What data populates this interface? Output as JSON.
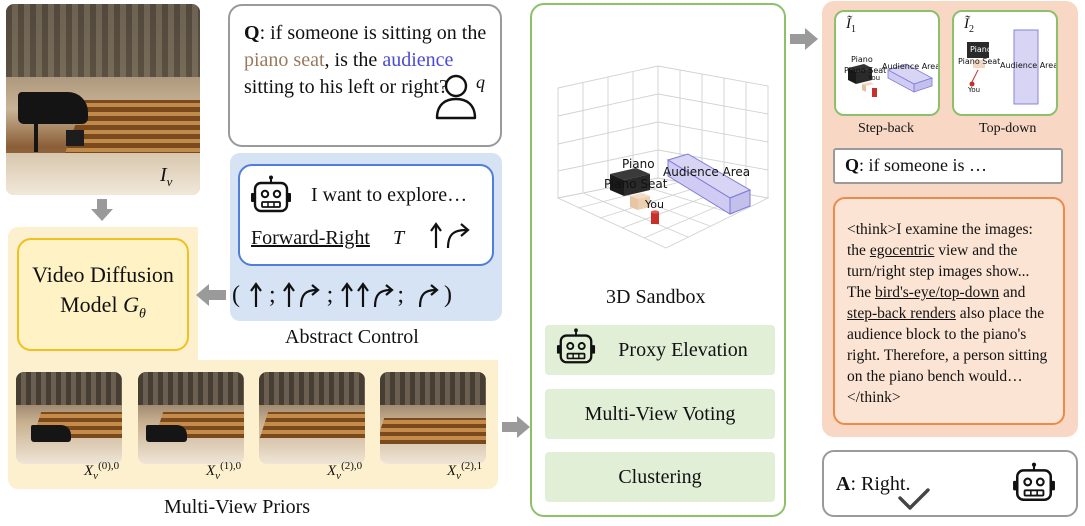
{
  "input_image": {
    "label": "I",
    "label_sub": "v"
  },
  "video_diffusion": {
    "line1": "Video Diffusion",
    "line2": "Model",
    "symbol": "G",
    "symbol_sub": "θ"
  },
  "multi_view_priors": {
    "title": "Multi-View Priors",
    "frames": [
      {
        "base": "X",
        "sub": "v",
        "sup": "(0),0"
      },
      {
        "base": "X",
        "sub": "v",
        "sup": "(1),0"
      },
      {
        "base": "X",
        "sub": "v",
        "sup": "(2),0"
      },
      {
        "base": "X",
        "sub": "v",
        "sup": "(2),1"
      }
    ]
  },
  "question": {
    "prefix": "Q",
    "text_1": ": if someone is sitting on the ",
    "highlight_1": "piano seat",
    "text_2": ", is the ",
    "highlight_2": "audience",
    "text_3": " sitting to his left or right?",
    "user_symbol": "q"
  },
  "abstract_control": {
    "caption": "Abstract Control",
    "explore_text": "I want to explore…",
    "action_label": "Forward-Right",
    "action_var": "T",
    "sequence_open": "(",
    "sequence_close": ")",
    "separator": ";"
  },
  "sandbox": {
    "caption": "3D Sandbox",
    "labels": {
      "piano": "Piano",
      "piano_seat": "Piano Seat",
      "audience": "Audience Area",
      "you": "You"
    },
    "buttons": [
      "Proxy Elevation",
      "Multi-View Voting",
      "Clustering"
    ]
  },
  "views": [
    {
      "symbol": "Ĩ",
      "sub": "1",
      "caption": "Step-back",
      "labels": {
        "piano": "Piano",
        "piano_seat": "Piano Seat",
        "audience": "Audience Area",
        "you": "You"
      }
    },
    {
      "symbol": "Ĩ",
      "sub": "2",
      "caption": "Top-down",
      "labels": {
        "piano": "Piano",
        "piano_seat": "Piano Seat",
        "audience": "Audience Area",
        "you": "You"
      }
    }
  ],
  "question_short": {
    "prefix": "Q",
    "text": ": if someone is …"
  },
  "think": {
    "p1": "<think>I examine the images: the ",
    "u1": "egocentric",
    "p2": " view and the turn/right step images show... The ",
    "u2": "bird's-eye/top-down",
    "p3": " and ",
    "u3": "step-back renders",
    "p4": " also place the audience block to the piano's right. Therefore, a person sitting on the piano bench would… </think>"
  },
  "answer": {
    "prefix": "A",
    "text": ": Right."
  },
  "colors": {
    "accent_green": "#8cc06a",
    "accent_blue": "#4f7fd8",
    "accent_orange": "#ec8a4a",
    "accent_yellow": "#f0c020",
    "seat_text": "#9a7a5c",
    "audience_text": "#4a4ad6"
  }
}
